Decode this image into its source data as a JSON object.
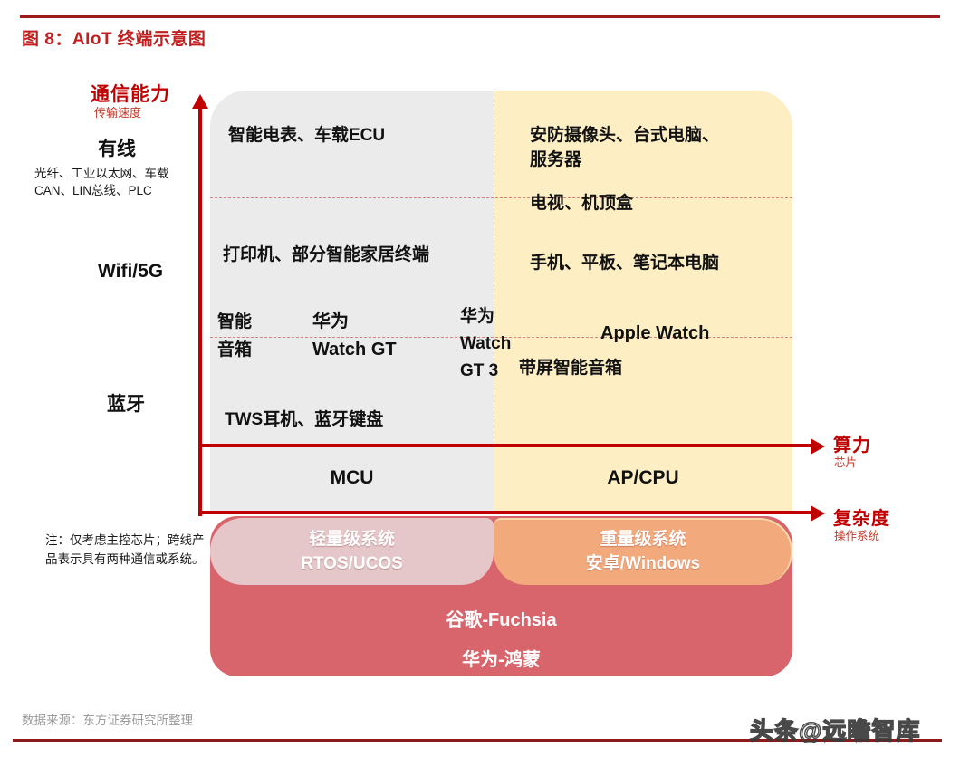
{
  "header": {
    "figure_title": "图 8：AIoT 终端示意图"
  },
  "y_axis": {
    "title": "通信能力",
    "subtitle": "传输速度",
    "ticks": [
      {
        "label": "有线",
        "desc": "光纤、工业以太网、车载CAN、LIN总线、PLC"
      },
      {
        "label": "Wifi/5G",
        "desc": ""
      },
      {
        "label": "蓝牙",
        "desc": ""
      }
    ]
  },
  "x_axes": [
    {
      "label": "算力",
      "subtitle": "芯片"
    },
    {
      "label": "复杂度",
      "subtitle": "操作系统"
    }
  ],
  "note": "注：仅考虑主控芯片；跨线产品表示具有两种通信或系统。",
  "quadrants": {
    "left_column": {
      "chip": "MCU",
      "items": [
        "智能电表、车载ECU",
        "打印机、部分智能家居终端",
        "智能\n音箱",
        "华为\nWatch GT",
        "TWS耳机、蓝牙键盘"
      ]
    },
    "right_column": {
      "chip": "AP/CPU",
      "items": [
        "安防摄像头、台式电脑、服务器",
        "电视、机顶盒",
        "手机、平板、笔记本电脑",
        "Apple Watch",
        "带屏智能音箱"
      ]
    },
    "straddling": {
      "huawei_watch_gt3": "华为\nWatch\nGT 3"
    }
  },
  "cells": {
    "smart_meter": "智能电表、车载ECU",
    "printer": "打印机、部分智能家居终端",
    "smart_speaker": "智能\n音箱",
    "huawei_watch_gt": "华为\nWatch GT",
    "tws": "TWS耳机、蓝牙键盘",
    "camera": "安防摄像头、台式电脑、\n服务器",
    "tv": "电视、机顶盒",
    "phone": "手机、平板、笔记本电脑",
    "huawei_gt3": "华为\nWatch\nGT 3",
    "apple_watch": "Apple Watch",
    "screen_speaker": "带屏智能音箱",
    "mcu": "MCU",
    "ap_cpu": "AP/CPU"
  },
  "os": {
    "light": "轻量级系统\nRTOS/UCOS",
    "heavy": "重量级系统\n安卓/Windows",
    "cross_1": "谷歌-Fuchsia",
    "cross_2": "华为-鸿蒙"
  },
  "footer": {
    "source": "数据来源：东方证券研究所整理",
    "watermark": "头条@远瞻智库"
  },
  "colors": {
    "brand_red": "#c00000",
    "title_red": "#c0201f",
    "panel_grey": "#ebebeb",
    "panel_yellow": "#fdeec4",
    "os_base_red": "#d9656c",
    "os_left_pink": "#e7d6d8",
    "os_right_orange": "#f2a97c"
  }
}
